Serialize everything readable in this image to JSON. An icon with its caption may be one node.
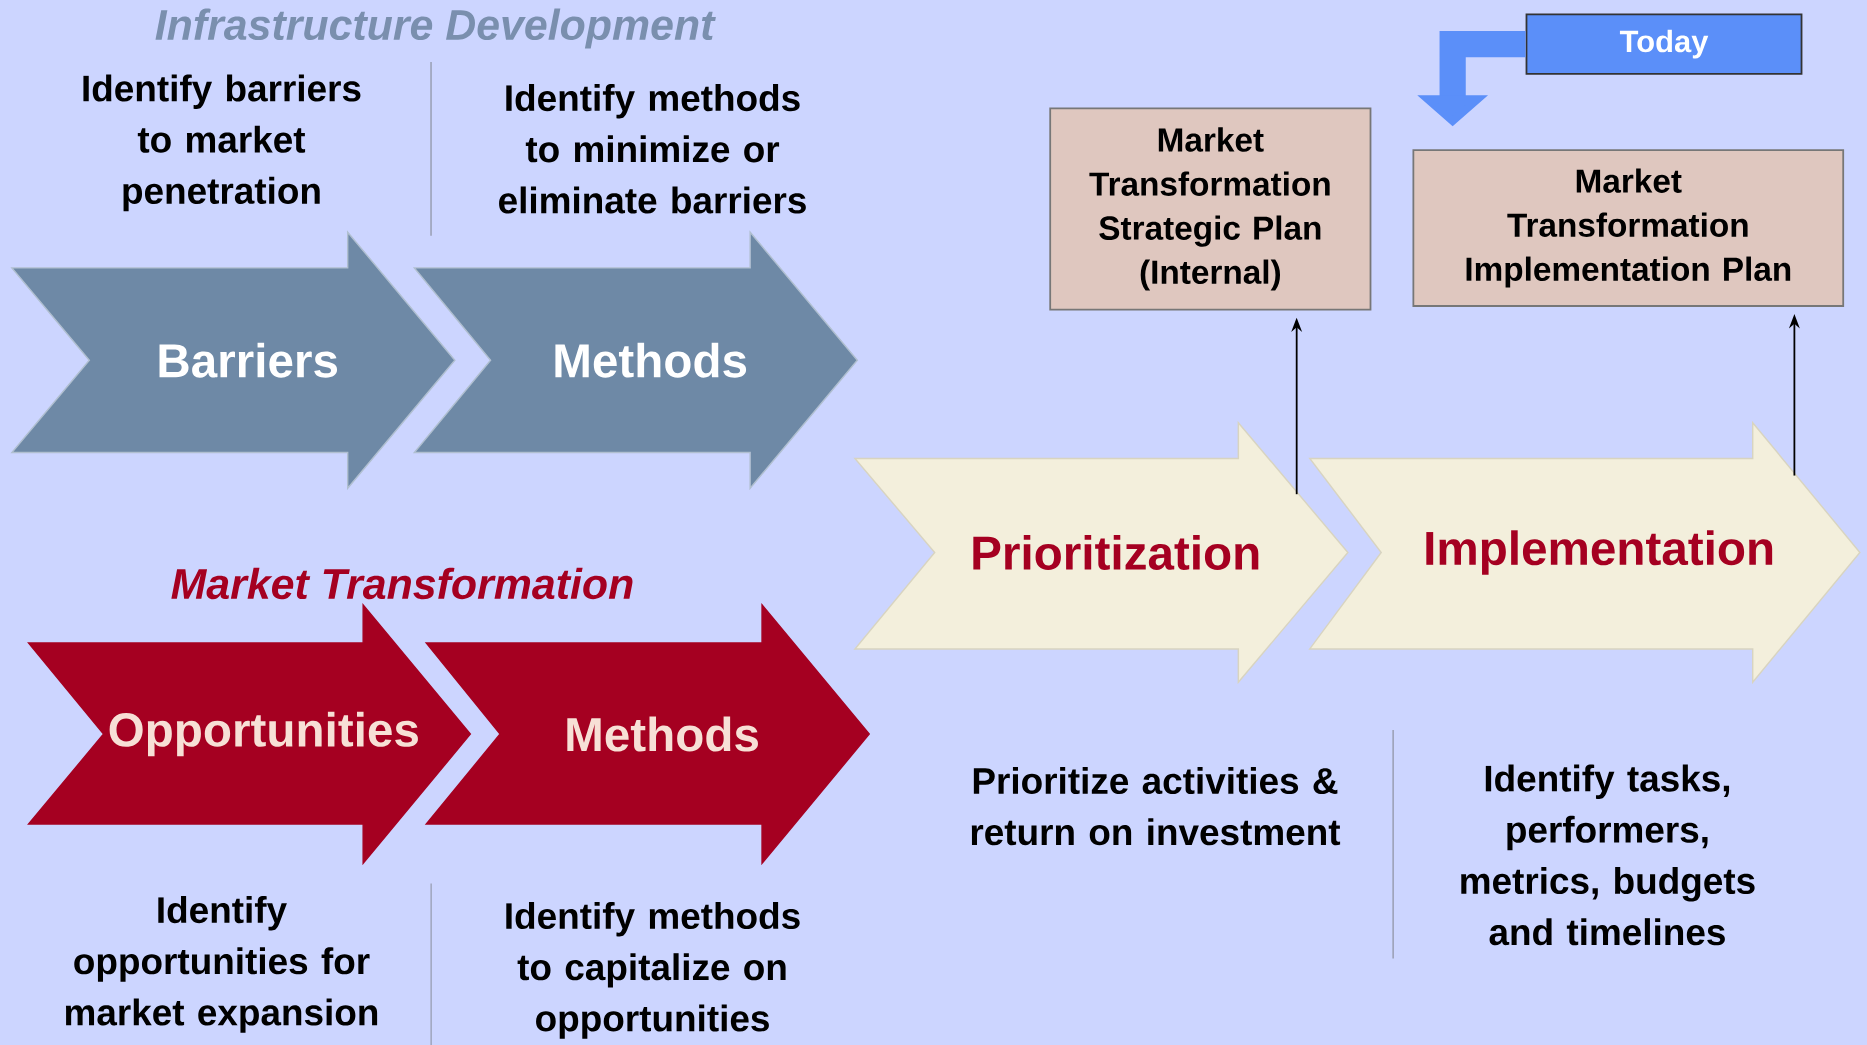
{
  "diagram": {
    "nodes": [
      {
        "text": [
          "Barriers"
        ],
        "beside": [
          "Identify barriers to market penetration"
        ]
      },
      {
        "text": [
          "Methods"
        ],
        "beside": [
          "Identify methods to minimize or eliminate barriers"
        ]
      },
      {
        "text": [
          "Opportunities"
        ],
        "beside": [
          "Identify opportunities for market expansion"
        ]
      },
      {
        "text": [
          "Methods"
        ],
        "beside": [
          "Identify methods to capitalize on opportunities"
        ]
      },
      {
        "text": [
          "Prioritization"
        ],
        "beside": [
          "Prioritize activities & return on investment"
        ]
      },
      {
        "text": [
          "Implementation"
        ],
        "beside": [
          "Identify tasks, performers, metrics, budgets and timelines"
        ]
      },
      {
        "text": [
          "Market Transformation Strategic Plan (Internal)"
        ]
      },
      {
        "text": [
          "Market Transformation Implementation Plan"
        ]
      },
      {
        "text": [
          "Today"
        ]
      }
    ],
    "edges": [
      {
        "from": 4,
        "to": 6,
        "arrow": "to"
      },
      {
        "from": 5,
        "to": 7,
        "arrow": "to"
      },
      {
        "from": 8,
        "to": null,
        "arrow": "to",
        "style": "thick",
        "color": "#5b8ff9"
      }
    ],
    "labels": [
      "Infrastructure Development",
      "Market Transformation"
    ]
  }
}
